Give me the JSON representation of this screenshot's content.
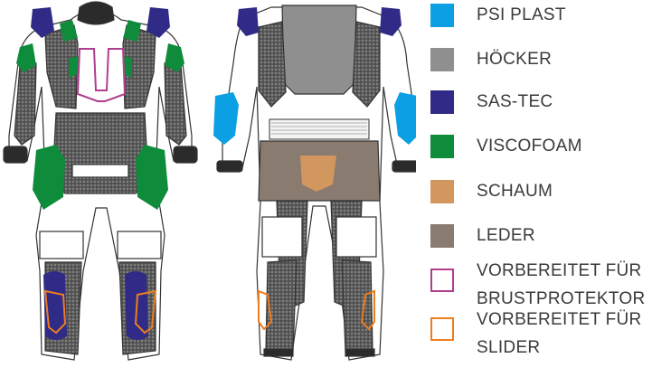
{
  "figure": {
    "front_view": "front-suit",
    "back_view": "back-suit"
  },
  "legend": {
    "items": [
      {
        "label": "PSI PLAST",
        "color": "#0ba0e4",
        "style": "fill"
      },
      {
        "label": "HÖCKER",
        "color": "#8f8f8f",
        "style": "fill"
      },
      {
        "label": "SAS-TEC",
        "color": "#2f2b86",
        "style": "fill"
      },
      {
        "label": "VISCOFOAM",
        "color": "#0f8c3b",
        "style": "fill"
      },
      {
        "label": "SCHAUM",
        "color": "#d2965f",
        "style": "fill"
      },
      {
        "label": "LEDER",
        "color": "#8a7b70",
        "style": "fill"
      },
      {
        "label": "VORBEREITET FÜR",
        "label2": "BRUSTPROTEKTOR",
        "color": "#b03e8f",
        "style": "outline"
      },
      {
        "label": "VORBEREITET FÜR",
        "label2": "SLIDER",
        "color": "#ee7d1e",
        "style": "outline"
      }
    ]
  }
}
